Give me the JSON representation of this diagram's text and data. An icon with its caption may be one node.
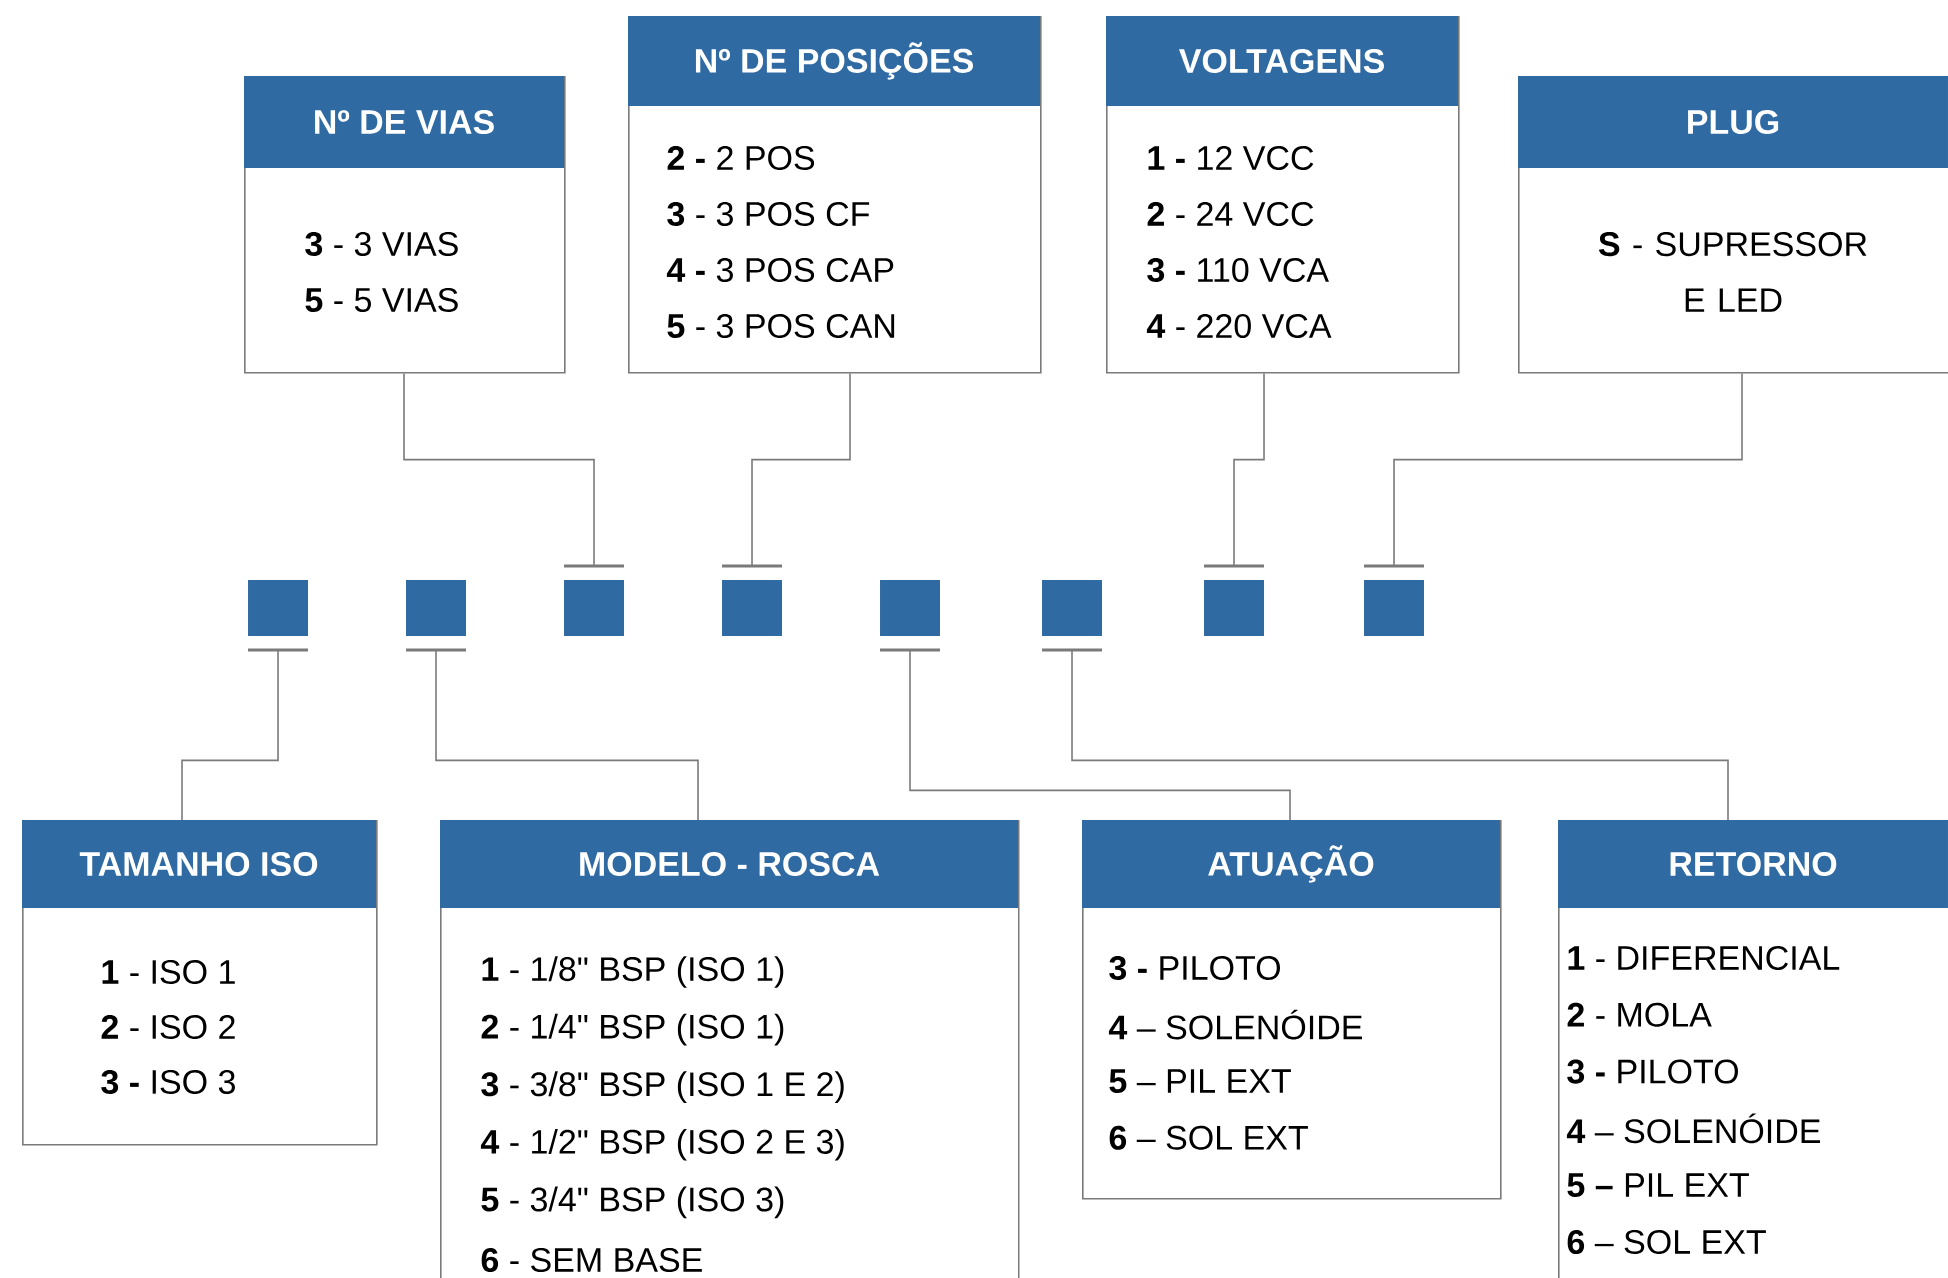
{
  "diagram": {
    "nodes": [
      {
        "text": [
          "Nº DE VIAS",
          "**3** - 3 VIAS",
          "**5** - 5 VIAS"
        ]
      },
      {
        "text": [
          "Nº DE POSIÇÕES",
          "**2 -** 2 POS",
          "**3** - 3 POS CF",
          "**4 -** 3 POS CAP",
          "**5** - 3 POS CAN"
        ]
      },
      {
        "text": [
          "VOLTAGENS",
          "**1 -** 12 VCC",
          "**2** - 24 VCC",
          "**3 -** 110 VCA",
          "**4** - 220 VCA"
        ]
      },
      {
        "text": [
          "PLUG",
          "**S** - SUPRESSOR E LED"
        ]
      },
      {
        "text": [],
        "shape": "box"
      },
      {
        "text": [],
        "shape": "box"
      },
      {
        "text": [],
        "shape": "box"
      },
      {
        "text": [],
        "shape": "box"
      },
      {
        "text": [],
        "shape": "box"
      },
      {
        "text": [],
        "shape": "box"
      },
      {
        "text": [],
        "shape": "box"
      },
      {
        "text": [],
        "shape": "box"
      },
      {
        "text": [
          "TAMANHO ISO",
          "**1** - ISO 1",
          "**2** - ISO 2",
          "**3 -** ISO 3"
        ]
      },
      {
        "text": [
          "MODELO - ROSCA",
          "**1** - 1/8\" BSP (ISO 1)",
          "**2** - 1/4\" BSP (ISO 1)",
          "**3** - 3/8\" BSP (ISO 1 E 2)",
          "**4** - 1/2\" BSP (ISO 2 E 3)",
          "**5** - 3/4\" BSP (ISO 3)",
          "**6** - SEM BASE"
        ]
      },
      {
        "text": [
          "ATUAÇÃO",
          "**3 -**  PILOTO",
          "**4** – SOLENÓIDE",
          "**5** – PIL EXT",
          "**6** – SOL EXT"
        ]
      },
      {
        "text": [
          "RETORNO",
          "**1** - DIFERENCIAL",
          "**2** - MOLA",
          "**3 -** PILOTO",
          "**4** – SOLENÓIDE",
          "**5 –** PIL EXT",
          "**6** – SOL EXT"
        ]
      }
    ],
    "edges": [
      {
        "from": 0,
        "to": 6,
        "arrow": "other"
      },
      {
        "from": 1,
        "to": 7,
        "arrow": "other"
      },
      {
        "from": 2,
        "to": 10,
        "arrow": "other"
      },
      {
        "from": 3,
        "to": 11,
        "arrow": "other"
      },
      {
        "from": 12,
        "to": 4,
        "arrow": "other"
      },
      {
        "from": 13,
        "to": 5,
        "arrow": "other"
      },
      {
        "from": 14,
        "to": 8,
        "arrow": "other"
      },
      {
        "from": 15,
        "to": 9,
        "arrow": "other"
      }
    ]
  }
}
